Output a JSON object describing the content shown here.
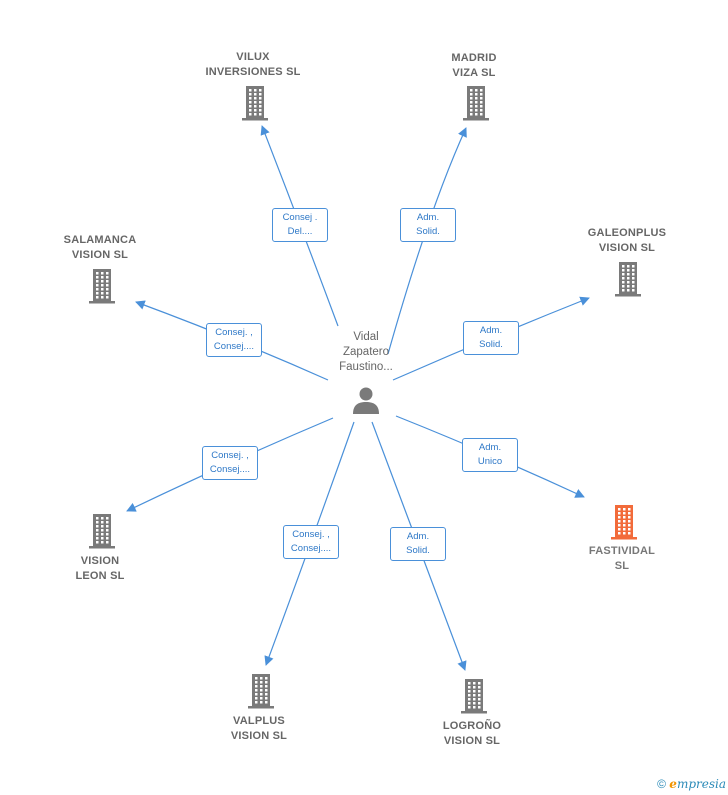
{
  "center": {
    "label": "Vidal\nZapatero\nFaustino..."
  },
  "nodes": [
    {
      "label": "VILUX\nINVERSIONES SL",
      "highlight": false
    },
    {
      "label": "MADRID\nVIZA  SL",
      "highlight": false
    },
    {
      "label": "SALAMANCA\nVISION SL",
      "highlight": false
    },
    {
      "label": "GALEONPLUS\nVISION  SL",
      "highlight": false
    },
    {
      "label": "FASTIVIDAL\nSL",
      "highlight": true
    },
    {
      "label": "VISION\nLEON  SL",
      "highlight": false
    },
    {
      "label": "VALPLUS\nVISION  SL",
      "highlight": false
    },
    {
      "label": "LOGROÑO\nVISION SL",
      "highlight": false
    }
  ],
  "relations": [
    {
      "label": "Consej .\nDel...."
    },
    {
      "label": "Adm.\nSolid."
    },
    {
      "label": "Consej. ,\nConsej...."
    },
    {
      "label": "Adm.\nSolid."
    },
    {
      "label": "Adm.\nUnico"
    },
    {
      "label": "Consej. ,\nConsej...."
    },
    {
      "label": "Consej. ,\nConsej...."
    },
    {
      "label": "Adm.\nSolid."
    }
  ],
  "colors": {
    "edge": "#4a90d9",
    "building": "#7a7a7a",
    "highlight": "#f26b3a",
    "person": "#7a7a7a"
  },
  "icons": {
    "company": "building-icon",
    "person": "person-icon"
  },
  "footer": {
    "copyright": "©",
    "brand_e": "e",
    "brand_rest": "mpresia"
  }
}
